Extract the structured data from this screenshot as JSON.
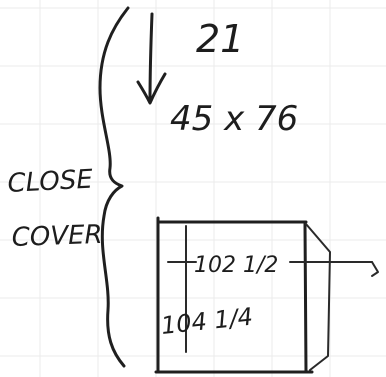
{
  "sketch": {
    "labels": {
      "count": "21",
      "dimensions": "45 x 76",
      "close_label": "CLOSE",
      "cover_label": "COVER",
      "width_measure": "102 1/2",
      "height_measure": "104 1/4"
    },
    "colors": {
      "paper": "#ffffff",
      "ink": "#1f1f1f",
      "grid": "#ebebeb"
    }
  }
}
